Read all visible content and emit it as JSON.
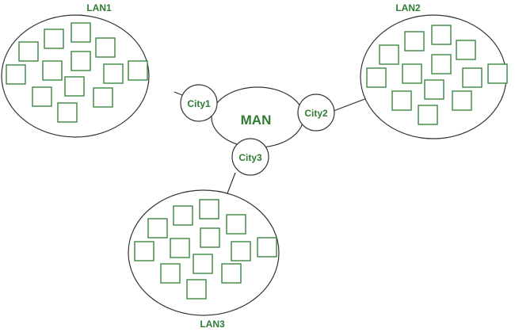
{
  "diagram": {
    "colors": {
      "node_stroke": "#2e7d32",
      "outline": "#333333",
      "label": "#2e7d32"
    },
    "lans": [
      {
        "label": "LAN1"
      },
      {
        "label": "LAN2"
      },
      {
        "label": "LAN3"
      }
    ],
    "cities": [
      {
        "label": "City1"
      },
      {
        "label": "City2"
      },
      {
        "label": "City3"
      }
    ],
    "man": {
      "label": "MAN"
    }
  }
}
